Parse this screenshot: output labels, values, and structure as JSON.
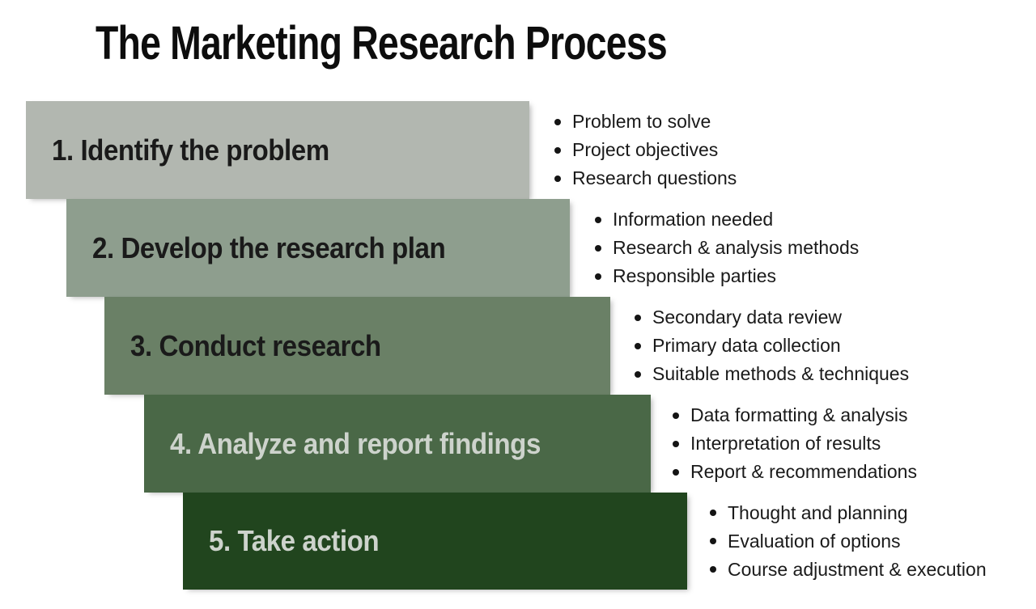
{
  "title": "The Marketing Research Process",
  "colors": {
    "background": "#ffffff",
    "title_text": "#0d0d0d",
    "bullet_text": "#1a1a1a",
    "dark_label_text": "#1a1a1a",
    "light_label_text": "#cdd3cc"
  },
  "steps": [
    {
      "label": "1. Identify the problem",
      "bar_color": "#b2b7b0",
      "label_tone": "dark",
      "bullets": [
        "Problem to solve",
        "Project objectives",
        "Research questions"
      ]
    },
    {
      "label": "2. Develop the research plan",
      "bar_color": "#8e9e8e",
      "label_tone": "dark",
      "bullets": [
        "Information needed",
        "Research & analysis methods",
        "Responsible parties"
      ]
    },
    {
      "label": "3. Conduct research",
      "bar_color": "#6a8066",
      "label_tone": "dark",
      "bullets": [
        "Secondary data review",
        "Primary data collection",
        "Suitable methods & techniques"
      ]
    },
    {
      "label": "4. Analyze and report findings",
      "bar_color": "#4a6847",
      "label_tone": "light",
      "bullets": [
        "Data formatting & analysis",
        "Interpretation of results",
        "Report & recommendations"
      ]
    },
    {
      "label": "5. Take action",
      "bar_color": "#21451e",
      "label_tone": "light",
      "bullets": [
        "Thought and planning",
        "Evaluation of options",
        "Course adjustment & execution"
      ]
    }
  ]
}
